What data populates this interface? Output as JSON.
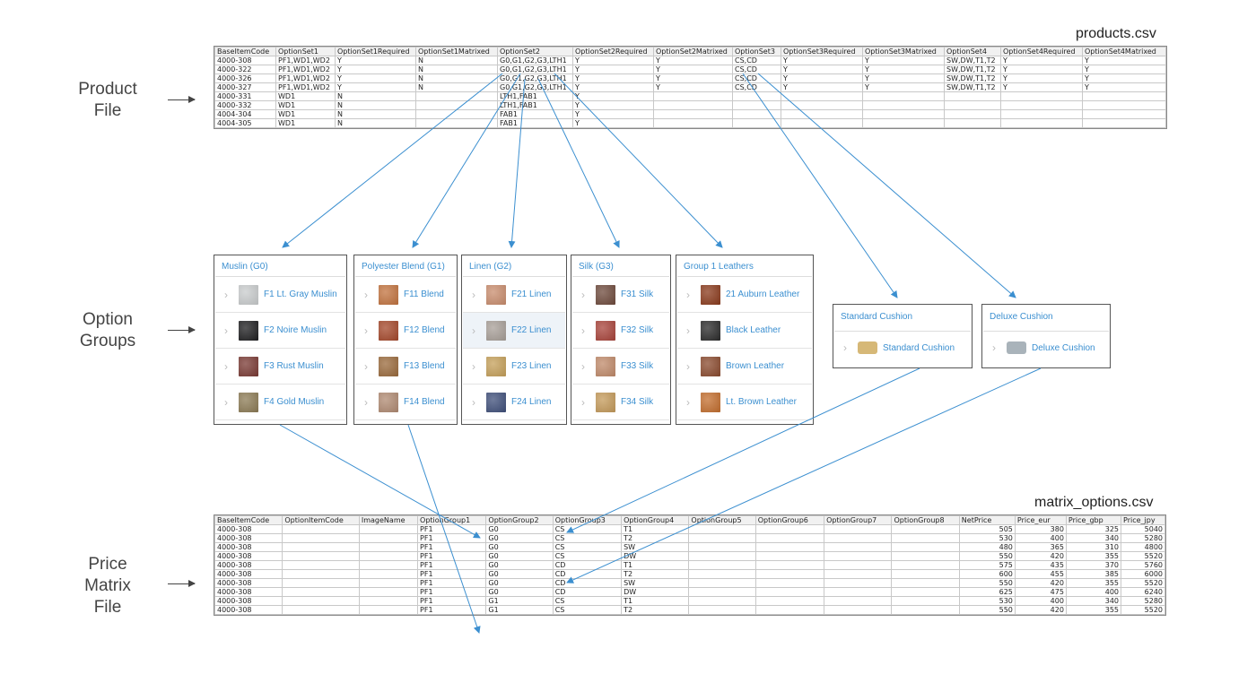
{
  "labels": {
    "product_file": [
      "Product",
      "File"
    ],
    "option_groups": [
      "Option",
      "Groups"
    ],
    "price_matrix": [
      "Price",
      "Matrix",
      "File"
    ],
    "products_csv": "products.csv",
    "matrix_csv": "matrix_options.csv"
  },
  "products": {
    "headers": [
      "BaseItemCode",
      "OptionSet1",
      "OptionSet1Required",
      "OptionSet1Matrixed",
      "OptionSet2",
      "OptionSet2Required",
      "OptionSet2Matrixed",
      "OptionSet3",
      "OptionSet3Required",
      "OptionSet3Matrixed",
      "OptionSet4",
      "OptionSet4Required",
      "OptionSet4Matrixed"
    ],
    "rows": [
      [
        "4000-308",
        "PF1,WD1,WD2",
        "Y",
        "N",
        "G0,G1,G2,G3,LTH1",
        "Y",
        "Y",
        "CS,CD",
        "Y",
        "Y",
        "SW,DW,T1,T2",
        "Y",
        "Y"
      ],
      [
        "4000-322",
        "PF1,WD1,WD2",
        "Y",
        "N",
        "G0,G1,G2,G3,LTH1",
        "Y",
        "Y",
        "CS,CD",
        "Y",
        "Y",
        "SW,DW,T1,T2",
        "Y",
        "Y"
      ],
      [
        "4000-326",
        "PF1,WD1,WD2",
        "Y",
        "N",
        "G0,G1,G2,G3,LTH1",
        "Y",
        "Y",
        "CS,CD",
        "Y",
        "Y",
        "SW,DW,T1,T2",
        "Y",
        "Y"
      ],
      [
        "4000-327",
        "PF1,WD1,WD2",
        "Y",
        "N",
        "G0,G1,G2,G3,LTH1",
        "Y",
        "Y",
        "CS,CD",
        "Y",
        "Y",
        "SW,DW,T1,T2",
        "Y",
        "Y"
      ],
      [
        "4000-331",
        "WD1",
        "N",
        "",
        "LTH1,FAB1",
        "Y",
        "",
        "",
        "",
        "",
        "",
        "",
        ""
      ],
      [
        "4000-332",
        "WD1",
        "N",
        "",
        "LTH1,FAB1",
        "Y",
        "",
        "",
        "",
        "",
        "",
        "",
        ""
      ],
      [
        "4004-304",
        "WD1",
        "N",
        "",
        "FAB1",
        "Y",
        "",
        "",
        "",
        "",
        "",
        "",
        ""
      ],
      [
        "4004-305",
        "WD1",
        "N",
        "",
        "FAB1",
        "Y",
        "",
        "",
        "",
        "",
        "",
        "",
        ""
      ]
    ]
  },
  "groups": [
    {
      "title": "Muslin (G0)",
      "items": [
        {
          "label": "F1 Lt. Gray Muslin",
          "swatch": "#c9cccd"
        },
        {
          "label": "F2 Noire Muslin",
          "swatch": "#1e1e20"
        },
        {
          "label": "F3 Rust Muslin",
          "swatch": "#7a3a34"
        },
        {
          "label": "F4 Gold Muslin",
          "swatch": "#8c7b55"
        }
      ]
    },
    {
      "title": "Polyester Blend (G1)",
      "items": [
        {
          "label": "F11 Blend",
          "swatch": "#c2733f"
        },
        {
          "label": "F12 Blend",
          "swatch": "#a4472a"
        },
        {
          "label": "F13 Blend",
          "swatch": "#9a6a3c"
        },
        {
          "label": "F14 Blend",
          "swatch": "#b08a72"
        }
      ]
    },
    {
      "title": "Linen (G2)",
      "items": [
        {
          "label": "F21 Linen",
          "swatch": "#c98d6e"
        },
        {
          "label": "F22 Linen",
          "swatch": "#a89f98"
        },
        {
          "label": "F23 Linen",
          "swatch": "#c5a05a"
        },
        {
          "label": "F24 Linen",
          "swatch": "#3f4f7a"
        }
      ]
    },
    {
      "title": "Silk (G3)",
      "items": [
        {
          "label": "F31 Silk",
          "swatch": "#6e4a3c"
        },
        {
          "label": "F32 Silk",
          "swatch": "#a8433a"
        },
        {
          "label": "F33 Silk",
          "swatch": "#c08a6a"
        },
        {
          "label": "F34 Silk",
          "swatch": "#c49a5a"
        }
      ]
    },
    {
      "title": "Group 1 Leathers",
      "items": [
        {
          "label": "21 Auburn Leather",
          "swatch": "#8a3a1c"
        },
        {
          "label": "Black Leather",
          "swatch": "#2a2a2a"
        },
        {
          "label": "Brown Leather",
          "swatch": "#8a4a2e"
        },
        {
          "label": "Lt. Brown Leather",
          "swatch": "#c36e2e"
        }
      ]
    }
  ],
  "cushions": [
    {
      "title": "Standard Cushion",
      "item": "Standard Cushion",
      "swatch": "#d6b877"
    },
    {
      "title": "Deluxe Cushion",
      "item": "Deluxe Cushion",
      "swatch": "#a9b3ba"
    }
  ],
  "matrix": {
    "headers": [
      "BaseItemCode",
      "OptionItemCode",
      "ImageName",
      "OptionGroup1",
      "OptionGroup2",
      "OptionGroup3",
      "OptionGroup4",
      "OptionGroup5",
      "OptionGroup6",
      "OptionGroup7",
      "OptionGroup8",
      "NetPrice",
      "Price_eur",
      "Price_gbp",
      "Price_jpy"
    ],
    "rows": [
      [
        "4000-308",
        "",
        "",
        "PF1",
        "G0",
        "CS",
        "T1",
        "",
        "",
        "",
        "",
        "505",
        "380",
        "325",
        "5040"
      ],
      [
        "4000-308",
        "",
        "",
        "PF1",
        "G0",
        "CS",
        "T2",
        "",
        "",
        "",
        "",
        "530",
        "400",
        "340",
        "5280"
      ],
      [
        "4000-308",
        "",
        "",
        "PF1",
        "G0",
        "CS",
        "SW",
        "",
        "",
        "",
        "",
        "480",
        "365",
        "310",
        "4800"
      ],
      [
        "4000-308",
        "",
        "",
        "PF1",
        "G0",
        "CS",
        "DW",
        "",
        "",
        "",
        "",
        "550",
        "420",
        "355",
        "5520"
      ],
      [
        "4000-308",
        "",
        "",
        "PF1",
        "G0",
        "CD",
        "T1",
        "",
        "",
        "",
        "",
        "575",
        "435",
        "370",
        "5760"
      ],
      [
        "4000-308",
        "",
        "",
        "PF1",
        "G0",
        "CD",
        "T2",
        "",
        "",
        "",
        "",
        "600",
        "455",
        "385",
        "6000"
      ],
      [
        "4000-308",
        "",
        "",
        "PF1",
        "G0",
        "CD",
        "SW",
        "",
        "",
        "",
        "",
        "550",
        "420",
        "355",
        "5520"
      ],
      [
        "4000-308",
        "",
        "",
        "PF1",
        "G0",
        "CD",
        "DW",
        "",
        "",
        "",
        "",
        "625",
        "475",
        "400",
        "6240"
      ],
      [
        "4000-308",
        "",
        "",
        "PF1",
        "G1",
        "CS",
        "T1",
        "",
        "",
        "",
        "",
        "530",
        "400",
        "340",
        "5280"
      ],
      [
        "4000-308",
        "",
        "",
        "PF1",
        "G1",
        "CS",
        "T2",
        "",
        "",
        "",
        "",
        "550",
        "420",
        "355",
        "5520"
      ]
    ]
  },
  "colors": {
    "arrow": "#3b8fd0",
    "link": "#3b8fd0"
  }
}
